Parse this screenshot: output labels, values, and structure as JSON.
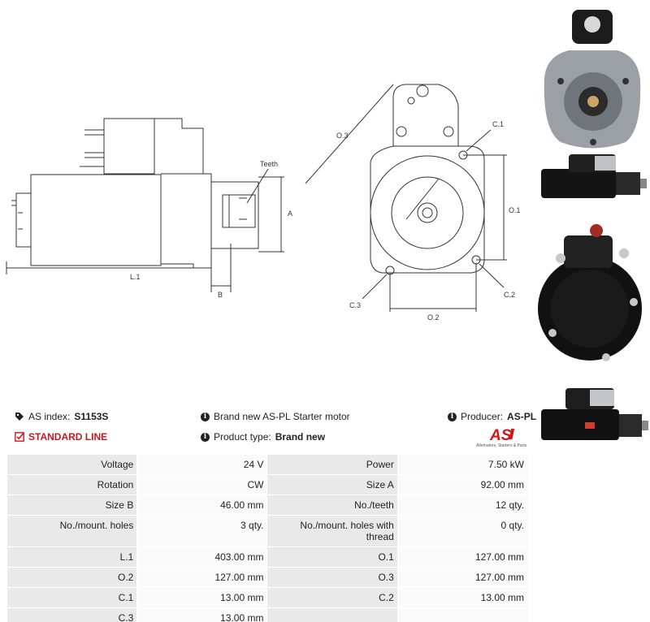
{
  "drawing": {
    "side_labels": {
      "teeth": "Teeth",
      "a": "A",
      "b": "B",
      "l1": "L.1"
    },
    "front_labels": {
      "o3": "O.3",
      "c1": "C.1",
      "o1": "O.1",
      "c2": "C.2",
      "c3": "C.3",
      "o2": "O.2"
    }
  },
  "photos": [
    "starter-photo-front",
    "starter-photo-side",
    "starter-photo-back",
    "starter-photo-side-2"
  ],
  "info": {
    "as_index_label": "AS index:",
    "as_index_value": "S1153S",
    "description": "Brand new AS-PL Starter motor",
    "producer_label": "Producer:",
    "producer_value": "AS-PL",
    "line_label": "STANDARD LINE",
    "product_type_label": "Product type:",
    "product_type_value": "Brand new",
    "logo_text": "AS",
    "logo_tagline": "Alternators, Starters & Parts"
  },
  "specs": [
    {
      "l1": "Voltage",
      "v1": "24 V",
      "l2": "Power",
      "v2": "7.50 kW"
    },
    {
      "l1": "Rotation",
      "v1": "CW",
      "l2": "Size A",
      "v2": "92.00 mm"
    },
    {
      "l1": "Size B",
      "v1": "46.00 mm",
      "l2": "No./teeth",
      "v2": "12 qty."
    },
    {
      "l1": "No./mount. holes",
      "v1": "3 qty.",
      "l2": "No./mount. holes with thread",
      "v2": "0 qty."
    },
    {
      "l1": "L.1",
      "v1": "403.00 mm",
      "l2": "O.1",
      "v2": "127.00 mm"
    },
    {
      "l1": "O.2",
      "v1": "127.00 mm",
      "l2": "O.3",
      "v2": "127.00 mm"
    },
    {
      "l1": "C.1",
      "v1": "13.00 mm",
      "l2": "C.2",
      "v2": "13.00 mm"
    },
    {
      "l1": "C.3",
      "v1": "13.00 mm",
      "l2": "",
      "v2": ""
    }
  ]
}
